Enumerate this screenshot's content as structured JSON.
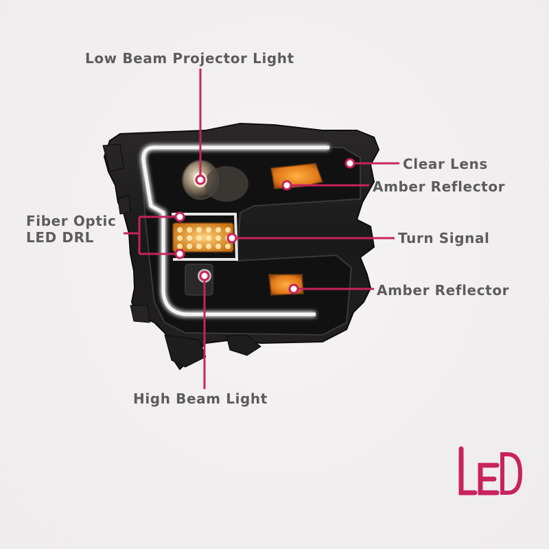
{
  "labels": {
    "low_beam": "Low Beam Projector Light",
    "clear_lens": "Clear Lens",
    "amber_reflector_top": "Amber Reflector",
    "fiber_optic_line1": "Fiber Optic",
    "fiber_optic_line2": "LED DRL",
    "turn_signal": "Turn Signal",
    "amber_reflector_bottom": "Amber Reflector",
    "high_beam": "High Beam Light"
  },
  "logo": {
    "text": "LED",
    "color": "#c8235e"
  },
  "colors": {
    "leader_line": "#c8235e",
    "housing": "#1c1b1c",
    "amber": "#e0781a",
    "led_glow": "#ffb53a",
    "drl_white": "#f4f4f4",
    "label_text": "#5d5c5d"
  }
}
